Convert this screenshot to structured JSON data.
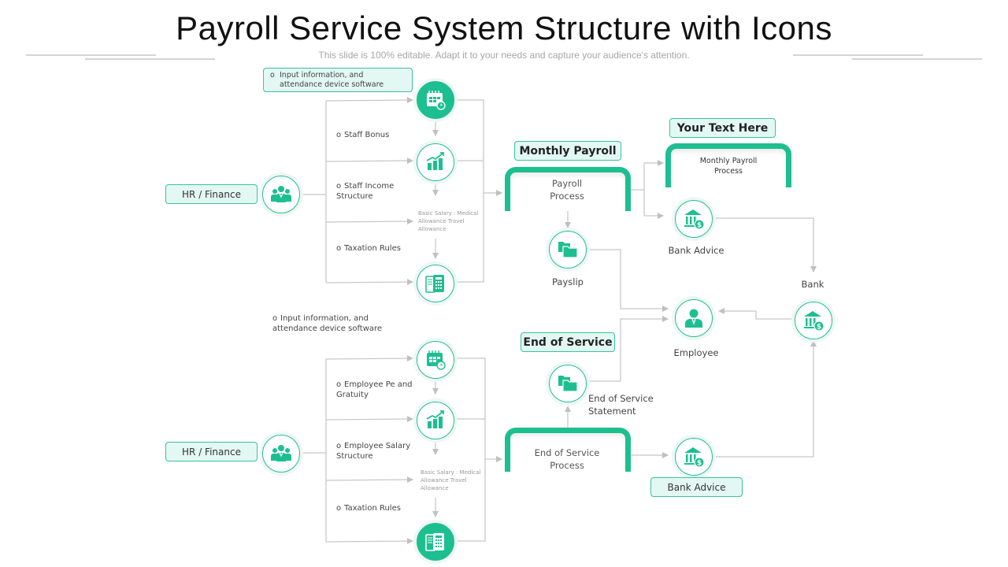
{
  "header": {
    "title": "Payroll Service System Structure with Icons",
    "subtitle": "This slide is 100% editable. Adapt it to your needs and capture your audience's attention."
  },
  "colors": {
    "accent": "#1dbf91",
    "pill_fill": "#e3f8f3",
    "connector": "#c0c0c0"
  },
  "top_flow": {
    "source": {
      "label": "HR / Finance",
      "icon": "team-icon"
    },
    "input_note": "Input information, and attendance device software",
    "notes": [
      "Staff Bonus",
      "Staff Income Structure",
      "Taxation Rules"
    ],
    "detail_text": "Basic Salary : Medical Allowance Travel Allowance",
    "icons": [
      "calendar-clock-icon",
      "growth-chart-icon",
      "calculator-document-icon"
    ]
  },
  "bottom_flow": {
    "source": {
      "label": "HR / Finance",
      "icon": "team-icon"
    },
    "input_note": "Input information, and attendance device software",
    "notes": [
      "Employee Pe and Gratuity",
      "Employee Salary Structure",
      "Taxation Rules"
    ],
    "detail_text": "Basic Salary : Medical Allowance Travel Allowance",
    "icons": [
      "calendar-clock-icon",
      "growth-chart-icon",
      "calculator-document-icon"
    ]
  },
  "monthly_payroll": {
    "header": "Monthly Payroll",
    "process_label": "Payroll Process",
    "payslip_label": "Payslip"
  },
  "your_text": {
    "header": "Your Text Here",
    "process_label": "Monthly Payroll Process"
  },
  "bank_advice_top": {
    "label": "Bank Advice"
  },
  "bank": {
    "label": "Bank"
  },
  "employee": {
    "label": "Employee"
  },
  "end_of_service": {
    "header": "End of Service",
    "statement_label": "End of Service Statement",
    "process_label": "End of Service Process"
  },
  "bank_advice_bottom": {
    "label": "Bank Advice"
  }
}
